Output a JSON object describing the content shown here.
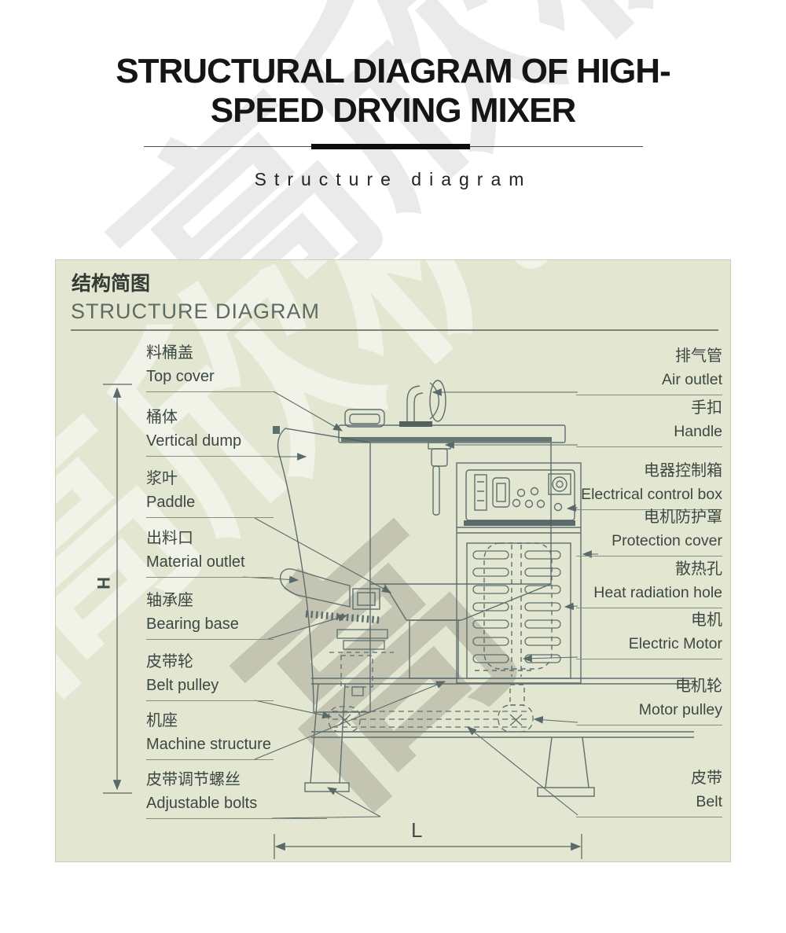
{
  "header": {
    "title_line1": "STRUCTURAL DIAGRAM OF HIGH-",
    "title_line2": "SPEED DRYING MIXER",
    "subtitle": "Structure diagram"
  },
  "watermark": {
    "text": "高欣机械",
    "single": "高"
  },
  "panel": {
    "heading_zh": "结构简图",
    "heading_en": "STRUCTURE DIAGRAM",
    "colors": {
      "background": "#e3e7d2",
      "line": "#5f6f6e",
      "label_text": "#3c4843"
    },
    "dimensions": {
      "height_label": "H",
      "length_label": "L"
    },
    "left_labels": [
      {
        "zh": "料桶盖",
        "en": "Top cover"
      },
      {
        "zh": "桶体",
        "en": "Vertical dump"
      },
      {
        "zh": "浆叶",
        "en": "Paddle"
      },
      {
        "zh": "出料口",
        "en": "Material outlet"
      },
      {
        "zh": "轴承座",
        "en": "Bearing base"
      },
      {
        "zh": "皮带轮",
        "en": "Belt pulley"
      },
      {
        "zh": "机座",
        "en": "Machine structure"
      },
      {
        "zh": "皮带调节螺丝",
        "en": "Adjustable bolts"
      }
    ],
    "right_labels": [
      {
        "zh": "排气管",
        "en": "Air outlet"
      },
      {
        "zh": "手扣",
        "en": "Handle"
      },
      {
        "zh": "电器控制箱",
        "en": "Electrical control box"
      },
      {
        "zh": "电机防护罩",
        "en": "Protection cover"
      },
      {
        "zh": "散热孔",
        "en": "Heat radiation hole"
      },
      {
        "zh": "电机",
        "en": "Electric Motor"
      },
      {
        "zh": "电机轮",
        "en": "Motor pulley"
      },
      {
        "zh": "皮带",
        "en": "Belt"
      }
    ]
  }
}
